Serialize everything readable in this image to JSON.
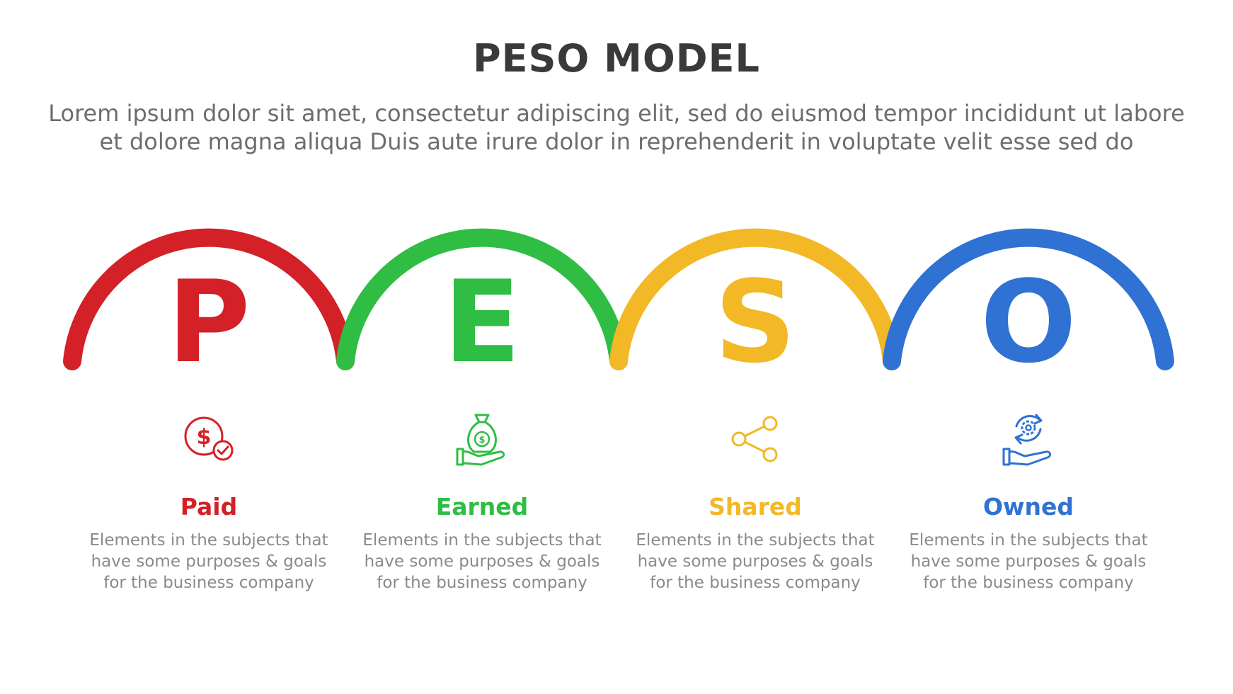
{
  "title": "PESO MODEL",
  "subtitle": {
    "line1": "Lorem ipsum dolor sit amet, consectetur adipiscing elit, sed do eiusmod tempor incididunt ut labore",
    "line2": "et dolore magna aliqua Duis aute irure dolor in reprehenderit in voluptate velit esse sed do"
  },
  "colors": {
    "paid": "#d42027",
    "earned": "#2fbd44",
    "shared": "#f2b826",
    "owned": "#2f72d3",
    "title": "#3a3a3a",
    "text": "#8a8a8a"
  },
  "items": [
    {
      "letter": "P",
      "label": "Paid",
      "icon": "dollar-coin-check-icon",
      "desc": [
        "Elements in the subjects that",
        "have  some purposes & goals",
        "for the  business company"
      ]
    },
    {
      "letter": "E",
      "label": "Earned",
      "icon": "money-bag-hand-icon",
      "desc": [
        "Elements in the subjects that",
        "have  some purposes & goals",
        "for the  business company"
      ]
    },
    {
      "letter": "S",
      "label": "Shared",
      "icon": "share-icon",
      "desc": [
        "Elements in the subjects that",
        "have  some purposes & goals",
        "for the  business company"
      ]
    },
    {
      "letter": "O",
      "label": "Owned",
      "icon": "gear-hand-icon",
      "desc": [
        "Elements in the subjects that",
        "have  some purposes & goals",
        "for the  business company"
      ]
    }
  ]
}
